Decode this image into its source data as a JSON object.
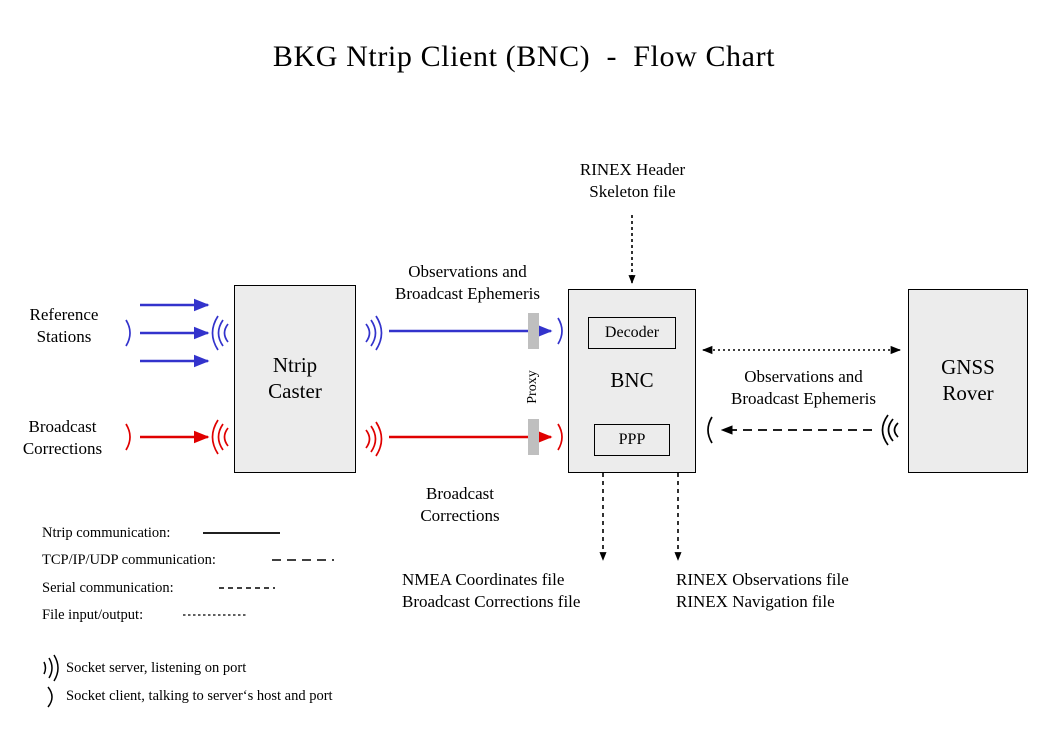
{
  "title": "BKG Ntrip Client (BNC)  -  Flow Chart",
  "nodes": {
    "ntrip_caster": "Ntrip\nCaster",
    "bnc": "BNC",
    "gnss_rover": "GNSS\nRover",
    "decoder": "Decoder",
    "ppp": "PPP",
    "proxy": "Proxy"
  },
  "labels": {
    "reference_stations": "Reference\nStations",
    "broadcast_corrections_left": "Broadcast\nCorrections",
    "observations_and_ephemeris_top": "Observations and\nBroadcast Ephemeris",
    "broadcast_corrections_mid": "Broadcast\nCorrections",
    "rinex_header_skeleton": "RINEX Header\nSkeleton file",
    "observations_and_ephemeris_right": "Observations and\nBroadcast Ephemeris",
    "nmea_output": "NMEA Coordinates file\nBroadcast Corrections file",
    "rinex_output": "RINEX Observations file\nRINEX Navigation file"
  },
  "legend": {
    "lines": [
      {
        "label": "Ntrip communication:",
        "style": "solid"
      },
      {
        "label": "TCP/IP/UDP communication:",
        "style": "dashed-long"
      },
      {
        "label": "Serial communication:",
        "style": "dashed-medium"
      },
      {
        "label": "File input/output:",
        "style": "dotted-fine"
      }
    ],
    "sockets": [
      {
        "glyph": "socket-server",
        "label": "Socket server, listening on port"
      },
      {
        "glyph": "socket-client",
        "label": "Socket client, talking to server‘s host and port"
      }
    ]
  },
  "colors": {
    "ntrip_blue": "#3333cc",
    "corrections_red": "#e00000",
    "box_fill": "#ececec",
    "box_border": "#000000",
    "proxy_bar": "#bfbfbf",
    "background": "#ffffff"
  }
}
